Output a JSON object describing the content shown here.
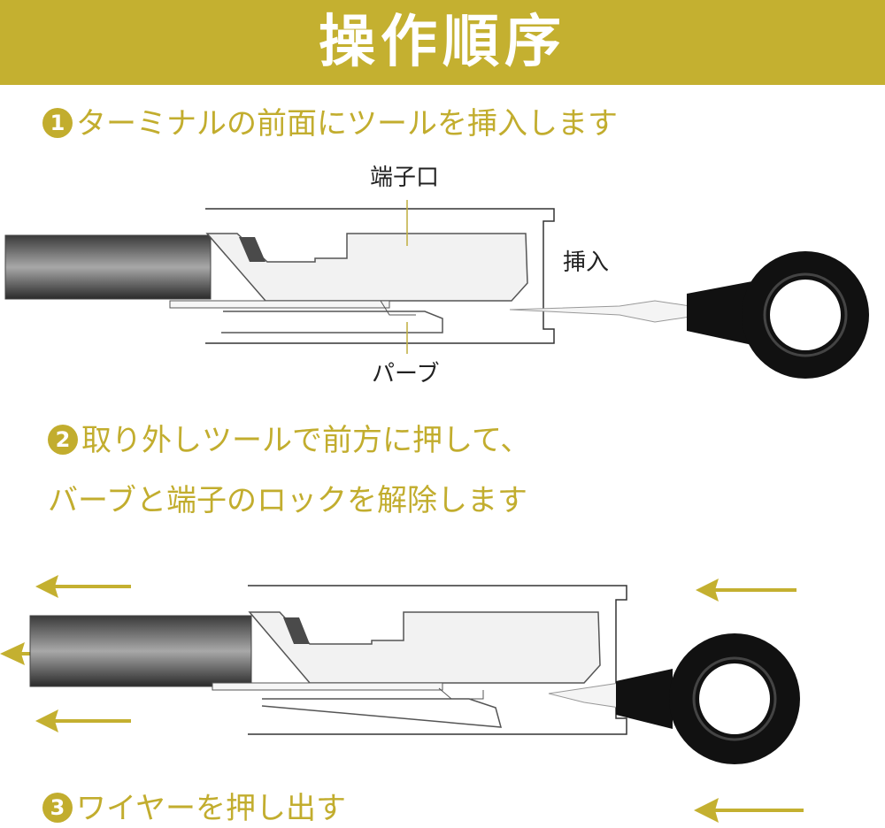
{
  "header": {
    "title": "操作順序"
  },
  "steps": [
    {
      "num": "1",
      "text": "ターミナルの前面にツールを挿入します"
    },
    {
      "num": "2",
      "text_line1": "取り外しツールで前方に押して、",
      "text_line2": "バーブと端子のロックを解除します"
    },
    {
      "num": "3",
      "text": "ワイヤーを押し出す"
    }
  ],
  "diagram1": {
    "label_top": "端子口",
    "label_insert": "挿入",
    "label_bottom": "パーブ"
  },
  "colors": {
    "accent": "#c4b030",
    "text_gold": "#c2ad2e",
    "tool": "#111111"
  },
  "icons": [
    "arrow-left-icon"
  ]
}
